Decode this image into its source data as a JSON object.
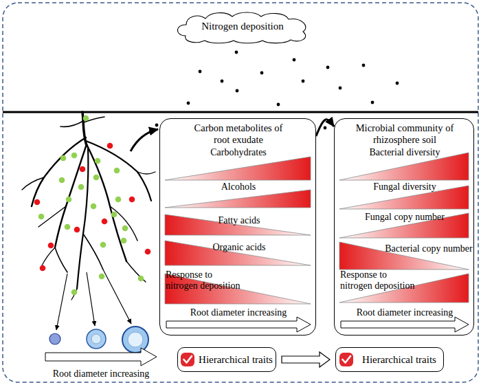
{
  "diagram": {
    "nodes": [
      {
        "text": [
          "Nitrogen deposition"
        ]
      },
      {
        "text": [
          "Carbon metabolites of root exudate",
          "Carbohydrates",
          "Alcohols",
          "Fatty acids",
          "Organic acids",
          "Response to nitrogen deposition",
          "Root diameter increasing"
        ]
      },
      {
        "text": [
          "Microbial community of rhizosphere soil",
          "Bacterial diversity",
          "Fungal diversity",
          "Fungal copy number",
          "Bacterial copy number",
          "Response to nitrogen deposition",
          "Root diameter increasing"
        ]
      },
      {
        "text": [
          "Hierarchical traits"
        ]
      },
      {
        "text": [
          "Hierarchical traits"
        ]
      }
    ],
    "edges": [
      {
        "from": 1,
        "to": 2,
        "arrow": "to"
      },
      {
        "from": 3,
        "to": 4,
        "arrow": "to"
      }
    ],
    "labels": [
      "Root diameter increasing"
    ]
  }
}
